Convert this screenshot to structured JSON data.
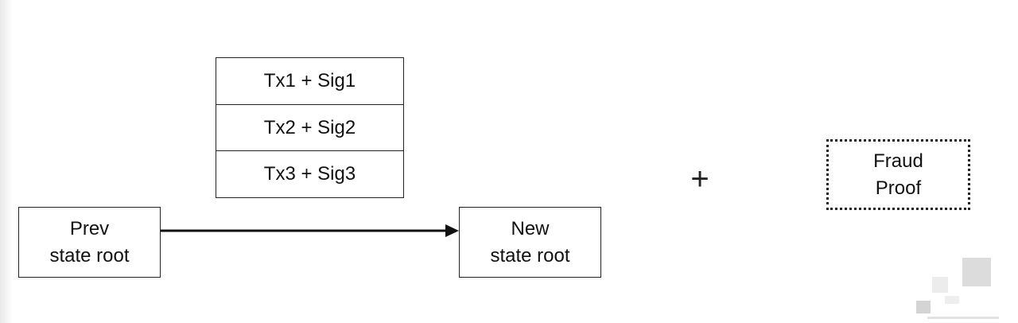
{
  "diagram": {
    "transactions": [
      {
        "label": "Tx1 + Sig1"
      },
      {
        "label": "Tx2 + Sig2"
      },
      {
        "label": "Tx3 + Sig3"
      }
    ],
    "prev_state": {
      "line1": "Prev",
      "line2": "state root"
    },
    "new_state": {
      "line1": "New",
      "line2": "state root"
    },
    "operator_symbol": "+",
    "fraud_proof": {
      "line1": "Fraud",
      "line2": "Proof"
    },
    "colors": {
      "stroke": "#222222",
      "background": "#ffffff"
    }
  }
}
